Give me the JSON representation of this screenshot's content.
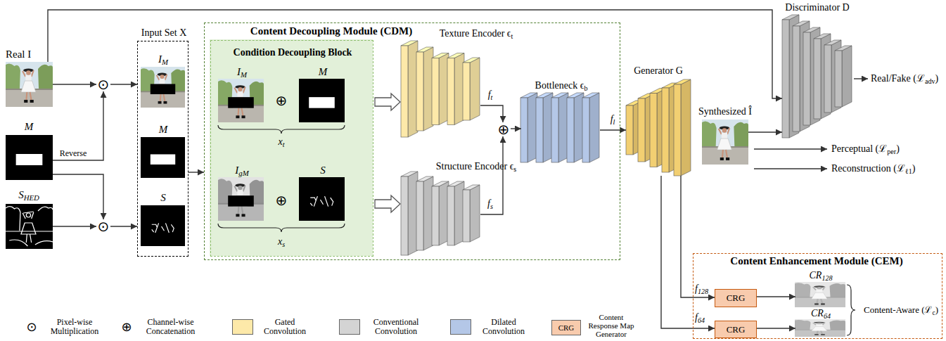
{
  "diagram": {
    "nodes": [
      {
        "text": [
          "Real I"
        ]
      },
      {
        "text": [
          "M"
        ]
      },
      {
        "text": [
          "S",
          "HED"
        ]
      },
      {
        "text": [
          "⊙"
        ]
      },
      {
        "text": [
          "⊙"
        ]
      },
      {
        "text": [
          "Input Set X"
        ]
      },
      {
        "text": [
          "I",
          "M"
        ],
        "in": 5
      },
      {
        "text": [
          "M"
        ],
        "in": 5
      },
      {
        "text": [
          "S"
        ],
        "in": 5
      },
      {
        "text": [
          "Content Decoupling Module (CDM)"
        ]
      },
      {
        "text": [
          "Condition Decoupling Block"
        ],
        "in": 9
      },
      {
        "text": [
          "I",
          "M"
        ],
        "in": 10
      },
      {
        "text": [
          "M"
        ],
        "in": 10
      },
      {
        "text": [
          "I",
          "gM"
        ],
        "in": 10
      },
      {
        "text": [
          "S"
        ],
        "in": 10
      },
      {
        "text": [
          "Texture Encoder ϵ",
          "t"
        ],
        "in": 9
      },
      {
        "text": [
          "Structure Encoder ϵ",
          "s"
        ],
        "in": 9
      },
      {
        "text": [
          "⊕"
        ],
        "in": 9
      },
      {
        "text": [
          "Bottleneck ϵ",
          "b"
        ],
        "in": 9
      },
      {
        "text": [
          "Generator G"
        ]
      },
      {
        "text": [
          "Discriminator D"
        ]
      },
      {
        "text": [
          "Synthesized Î"
        ]
      },
      {
        "text": [
          "Content Enhancement Module (CEM)"
        ]
      },
      {
        "text": [
          "CRG"
        ],
        "in": 22
      },
      {
        "text": [
          "CRG"
        ],
        "in": 22
      },
      {
        "text": [
          "CR",
          "128"
        ],
        "in": 22
      },
      {
        "text": [
          "CR",
          "64"
        ],
        "in": 22
      }
    ],
    "edges": [
      {
        "from": 0,
        "to": 3,
        "arrow": "to"
      },
      {
        "from": 1,
        "to": 3,
        "arrow": "to",
        "label": "Reverse"
      },
      {
        "from": 1,
        "to": 4,
        "arrow": "to"
      },
      {
        "from": 2,
        "to": 4,
        "arrow": "to"
      },
      {
        "from": 3,
        "to": 5,
        "arrow": "to"
      },
      {
        "from": 4,
        "to": 5,
        "arrow": "to"
      },
      {
        "from": 5,
        "to": 9,
        "arrow": "to"
      },
      {
        "from": 10,
        "to": 15,
        "arrow": "to"
      },
      {
        "from": 10,
        "to": 16,
        "arrow": "to"
      },
      {
        "from": 15,
        "to": 17,
        "arrow": "to"
      },
      {
        "from": 16,
        "to": 17,
        "arrow": "to"
      },
      {
        "from": 17,
        "to": 18,
        "arrow": "to"
      },
      {
        "from": 18,
        "to": 19,
        "arrow": "to"
      },
      {
        "from": 0,
        "to": 20,
        "arrow": "to"
      },
      {
        "from": 21,
        "to": 20,
        "arrow": "to"
      },
      {
        "from": 19,
        "to": 23,
        "arrow": "to"
      },
      {
        "from": 19,
        "to": 24,
        "arrow": "to"
      },
      {
        "from": 23,
        "to": 25,
        "arrow": "to"
      },
      {
        "from": 24,
        "to": 26,
        "arrow": "to"
      }
    ],
    "labels": [
      "⊕",
      "x",
      "t",
      "⊕",
      "x",
      "s",
      "f",
      "t",
      "f",
      "s",
      "f",
      "l",
      "Real/Fake (ℒ",
      "adv",
      ")",
      "Perceptual (ℒ",
      "per",
      ")",
      "Reconstruction (ℒ",
      "ℓ1",
      ")",
      "f",
      "128",
      "f",
      "64",
      "Content-Aware (ℒ",
      "c",
      ")",
      "⊙",
      "⊕",
      "CRG"
    ],
    "legend": [
      {
        "text": "Pixel-wise Multiplication"
      },
      {
        "text": "Channel-wise Concatenation"
      },
      {
        "text": "Gated Convolution",
        "color": "#fde9a9"
      },
      {
        "text": "Conventional Convolution",
        "color": "#d4d4d4"
      },
      {
        "text": "Dilated Convolution",
        "color": "#b4c7e7"
      },
      {
        "text": "Content Response Map Generator",
        "color": "#f8cbad"
      }
    ]
  }
}
